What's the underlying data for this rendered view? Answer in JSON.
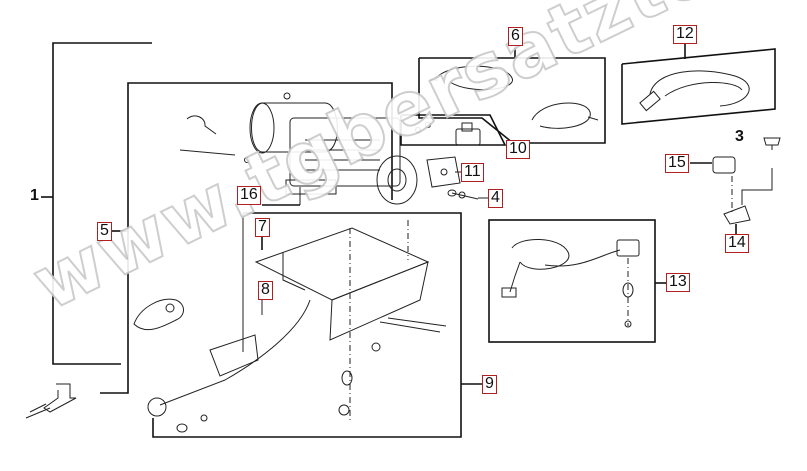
{
  "callouts": {
    "p1": "1",
    "p3": "3",
    "p4": "4",
    "p5": "5",
    "p6": "6",
    "p7": "7",
    "p8": "8",
    "p9": "9",
    "p10": "10",
    "p11": "11",
    "p12": "12",
    "p13": "13",
    "p14": "14",
    "p15": "15",
    "p16": "16"
  },
  "watermark": "www.tgbersatzteile.de",
  "colors": {
    "callout_border": "#b02020",
    "line": "#111111",
    "watermark_stroke": "#c9c9c9"
  }
}
